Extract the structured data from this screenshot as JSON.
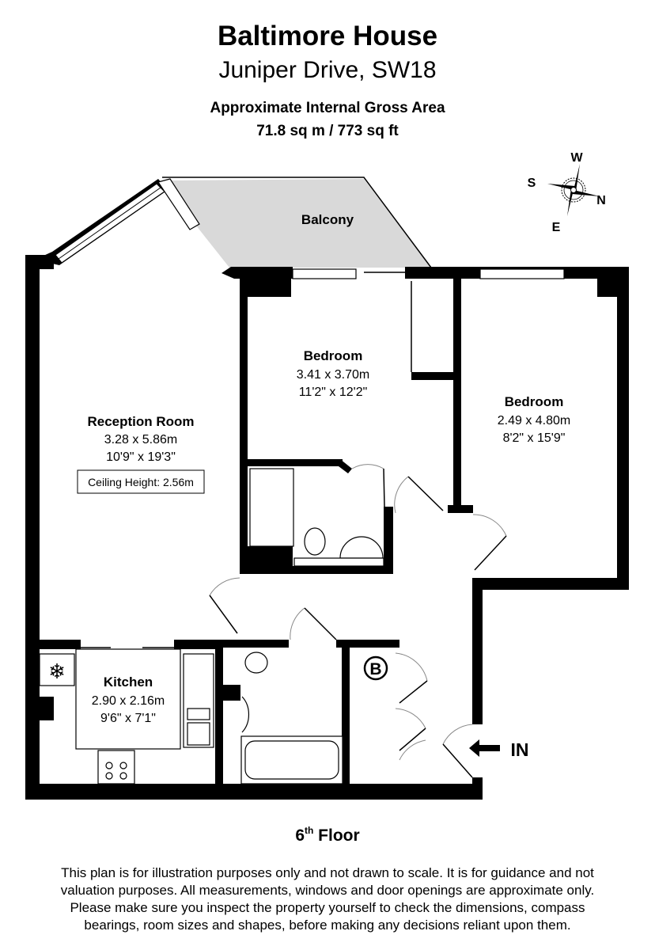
{
  "header": {
    "title": "Baltimore House",
    "address": "Juniper Drive, SW18",
    "area_label": "Approximate Internal Gross Area",
    "area_value": "71.8 sq m / 773 sq ft"
  },
  "compass": {
    "north": "N",
    "south": "S",
    "east": "E",
    "west": "W"
  },
  "rooms": {
    "balcony": {
      "name": "Balcony"
    },
    "reception": {
      "name": "Reception Room",
      "metric": "3.28 x 5.86m",
      "imperial": "10'9\" x 19'3\"",
      "ceiling": "Ceiling Height: 2.56m"
    },
    "bedroom1": {
      "name": "Bedroom",
      "metric": "3.41 x 3.70m",
      "imperial": "11'2\" x 12'2\""
    },
    "bedroom2": {
      "name": "Bedroom",
      "metric": "2.49 x 4.80m",
      "imperial": "8'2\" x 15'9\""
    },
    "kitchen": {
      "name": "Kitchen",
      "metric": "2.90 x 2.16m",
      "imperial": "9'6\" x 7'1\""
    }
  },
  "boiler_label": "B",
  "entrance_label": "IN",
  "floor": {
    "number": "6",
    "suffix": "th",
    "label": " Floor"
  },
  "disclaimer": [
    "This plan is for illustration purposes only and not drawn to scale. It is for guidance and not",
    "valuation purposes. All measurements, windows and door openings are approximate only.",
    "Please make sure you inspect the property yourself to check the dimensions, compass",
    "bearings, room sizes and shapes, before making any decisions reliant upon them."
  ]
}
